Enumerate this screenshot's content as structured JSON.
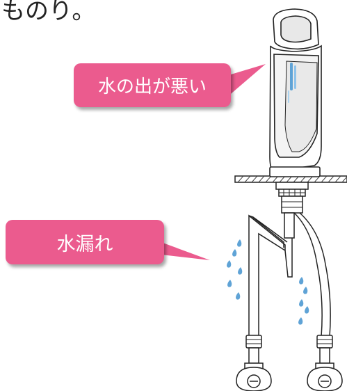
{
  "top_text": "ものり。",
  "callouts": {
    "poor_flow": "水の出が悪い",
    "leak": "水漏れ"
  },
  "colors": {
    "callout_pink": "#eb5b8e",
    "water_blue": "#5fa3d6",
    "line": "#222222"
  }
}
